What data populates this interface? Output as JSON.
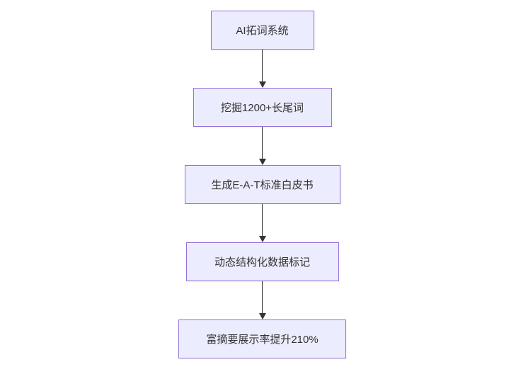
{
  "flowchart": {
    "type": "flowchart-vertical",
    "nodes": [
      {
        "id": "node-1",
        "label": "AI拓词系统"
      },
      {
        "id": "node-2",
        "label": "挖掘1200+长尾词"
      },
      {
        "id": "node-3",
        "label": "生成E-A-T标准白皮书"
      },
      {
        "id": "node-4",
        "label": "动态结构化数据标记"
      },
      {
        "id": "node-5",
        "label": "富摘要展示率提升210%"
      }
    ],
    "edges": [
      {
        "from": "node-1",
        "to": "node-2",
        "style": "arrow-down"
      },
      {
        "from": "node-2",
        "to": "node-3",
        "style": "arrow-down"
      },
      {
        "from": "node-3",
        "to": "node-4",
        "style": "arrow-down"
      },
      {
        "from": "node-4",
        "to": "node-5",
        "style": "arrow-down"
      }
    ],
    "colors": {
      "node_fill": "#ECECFF",
      "node_border": "#9370DB",
      "node_text": "#333333",
      "arrow": "#333333",
      "page_background": "#ffffff"
    }
  }
}
